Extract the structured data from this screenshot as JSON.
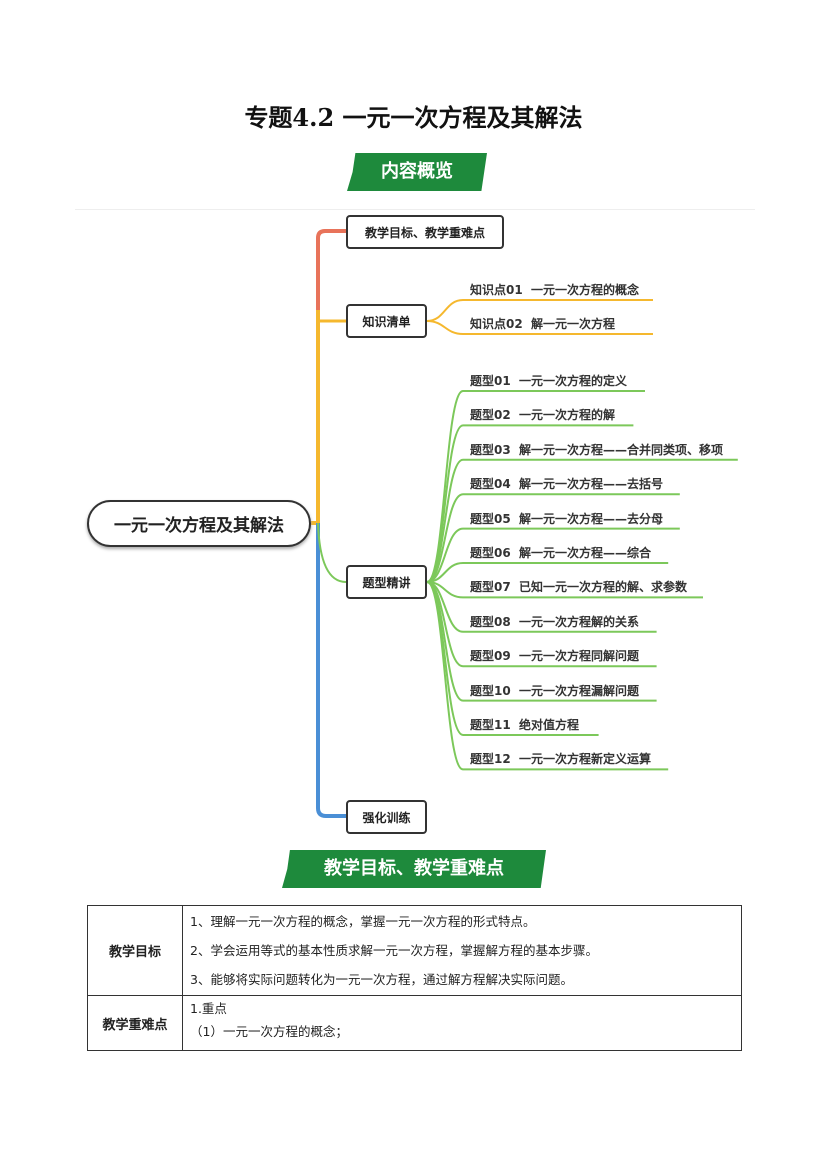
{
  "title": "专题4.2  一元一次方程及其解法",
  "banner_overview": "内容概览",
  "banner_goals": "教学目标、教学重难点",
  "mindmap": {
    "root": "一元一次方程及其解法",
    "branches": [
      "教学目标、教学重难点",
      "知识清单",
      "题型精讲",
      "强化训练"
    ],
    "knowledge": [
      "知识点01  一元一次方程的概念",
      "知识点02  解一元一次方程"
    ],
    "types": [
      "题型01  一元一次方程的定义",
      "题型02  一元一次方程的解",
      "题型03  解一元一次方程——合并同类项、移项",
      "题型04  解一元一次方程——去括号",
      "题型05  解一元一次方程——去分母",
      "题型06  解一元一次方程——综合",
      "题型07  已知一元一次方程的解、求参数",
      "题型08  一元一次方程解的关系",
      "题型09  一元一次方程同解问题",
      "题型10  一元一次方程漏解问题",
      "题型11  绝对值方程",
      "题型12  一元一次方程新定义运算"
    ],
    "colors": {
      "red": "#e8735a",
      "yellow": "#f5b82e",
      "blue": "#4a8fd6",
      "green": "#7cc85a"
    }
  },
  "table": {
    "goal_label": "教学目标",
    "goals": [
      "1、理解一元一次方程的概念，掌握一元一次方程的形式特点。",
      "2、学会运用等式的基本性质求解一元一次方程，掌握解方程的基本步骤。",
      "3、能够将实际问题转化为一元一次方程，通过解方程解决实际问题。"
    ],
    "key_label": "教学重难点",
    "keys": [
      "1.重点",
      "（1）一元一次方程的概念；"
    ]
  }
}
